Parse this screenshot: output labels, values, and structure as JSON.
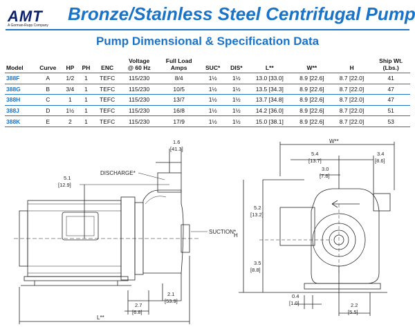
{
  "brand": {
    "logo": "AMT",
    "tagline": "A Gorman-Rupp Company",
    "title": "Bronze/Stainless Steel Centrifugal Pumps",
    "accent_color": "#1a73c7",
    "logo_color": "#0b1f6b"
  },
  "section_title": "Pump Dimensional & Specification Data",
  "table": {
    "headers": [
      [
        "Model"
      ],
      [
        "Curve"
      ],
      [
        "HP"
      ],
      [
        "PH"
      ],
      [
        "ENC"
      ],
      [
        "Voltage",
        "@ 60 Hz"
      ],
      [
        "Full Load",
        "Amps"
      ],
      [
        "SUC*"
      ],
      [
        "DIS*"
      ],
      [
        "L**"
      ],
      [
        "W**"
      ],
      [
        "H"
      ],
      [
        "Ship Wt.",
        "(Lbs.)"
      ]
    ],
    "rows": [
      [
        "388F",
        "A",
        "1/2",
        "1",
        "TEFC",
        "115/230",
        "8/4",
        "1½",
        "1½",
        "13.0 [33.0]",
        "8.9 [22.6]",
        "8.7 [22.0]",
        "41"
      ],
      [
        "388G",
        "B",
        "3/4",
        "1",
        "TEFC",
        "115/230",
        "10/5",
        "1½",
        "1½",
        "13.5 [34.3]",
        "8.9 [22.6]",
        "8.7 [22.0]",
        "47"
      ],
      [
        "388H",
        "C",
        "1",
        "1",
        "TEFC",
        "115/230",
        "13/7",
        "1½",
        "1½",
        "13.7 [34.8]",
        "8.9 [22.6]",
        "8.7 [22.0]",
        "47"
      ],
      [
        "388J",
        "D",
        "1½",
        "1",
        "TEFC",
        "115/230",
        "16/8",
        "1½",
        "1½",
        "14.2 [36.0]",
        "8.9 [22.6]",
        "8.7 [22.0]",
        "51"
      ],
      [
        "388K",
        "E",
        "2",
        "1",
        "TEFC",
        "115/230",
        "17/9",
        "1½",
        "1½",
        "15.0 [38.1]",
        "8.9 [22.6]",
        "8.7 [22.0]",
        "53"
      ]
    ]
  },
  "drawing": {
    "side_view": {
      "discharge_label": "DISCHARGE*",
      "suction_label": "SUCTION*",
      "dim_top_in": "1.6",
      "dim_top_mm": "[41.3]",
      "dim_left_in": "5.1",
      "dim_left_mm": "[12.9]",
      "dim_right_in": "2.1",
      "dim_right_mm": "[53.9]",
      "dim_bottom_in": "2.7",
      "dim_bottom_mm": "[6.8]",
      "length_label": "L**"
    },
    "front_view": {
      "width_label": "W**",
      "dim_a_in": "5.4",
      "dim_a_mm": "[13.7]",
      "dim_b_in": "3.4",
      "dim_b_mm": "[8.6]",
      "dim_c_in": "3.0",
      "dim_c_mm": "[7.6]",
      "dim_d_in": "5.2",
      "dim_d_mm": "[13.2]",
      "height_label": "H",
      "dim_e_in": "3.5",
      "dim_e_mm": "[8.8]",
      "dim_f_in": "0.4",
      "dim_f_mm": "[1.0]",
      "dim_g_in": "2.2",
      "dim_g_mm": "[5.5]"
    }
  }
}
